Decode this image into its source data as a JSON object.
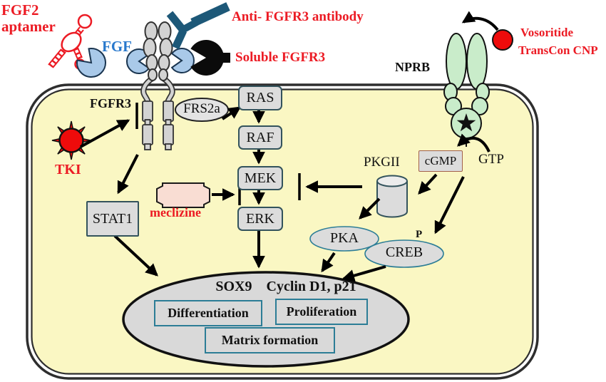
{
  "annotations": {
    "fgf2_line1": "FGF2",
    "fgf2_line2": "aptamer",
    "fgf": "FGF",
    "anti_fgfr3": "Anti- FGFR3 antibody",
    "soluble_fgfr3": "Soluble FGFR3",
    "vosoritide": "Vosoritide",
    "transcon": "TransCon CNP",
    "tki": "TKI",
    "meclizine": "meclizine"
  },
  "receptors": {
    "fgfr3": "FGFR3",
    "nprb": "NPRB"
  },
  "nodes": {
    "frs2a": "FRS2a",
    "ras": "RAS",
    "raf": "RAF",
    "mek": "MEK",
    "erk": "ERK",
    "stat1": "STAT1",
    "pkgii": "PKGII",
    "cgmp": "cGMP",
    "gtp": "GTP",
    "pka": "PKA",
    "creb": "CREB",
    "phospho": "P"
  },
  "outcome": {
    "sox9": "SOX9",
    "cyclin": "Cyclin D1, p21",
    "boxes": [
      "Differentiation",
      "Proliferation",
      "Matrix formation"
    ]
  },
  "icons": {
    "aptamer_icon": "red RNA hairpin ladder",
    "fgf_ligand_icon": "light-blue pac-man ligand",
    "antibody_icon": "dark-teal Y antibody",
    "soluble_fgfr3_icon": "black C-shaped decoy receptor",
    "tki_sun_icon": "red spiked sun",
    "cnp_ligand_icon": "red ball ligand",
    "nprb_receptor_icon": "green dimer receptor with star",
    "pkgii_cylinder_icon": "gray cylinder"
  },
  "colors": {
    "cell": "#FAF7C3",
    "mem": "#2E2E2E",
    "nodefill": "#DCDCDC",
    "nodeborder": "#33535C",
    "teal": "#2C7D96",
    "ellfill": "#D9D9D9",
    "red": "#EC1B24",
    "blue": "#2878CC",
    "antibody": "#1D5878",
    "nprb": "#C9ECCA",
    "recgray": "#D3D3D3",
    "fgfblue": "#A9C9E9",
    "mec": "#F9DDD3",
    "cgmpborder": "#A2604C",
    "tkired": "#EE0B0B",
    "arrow": "#000000"
  }
}
